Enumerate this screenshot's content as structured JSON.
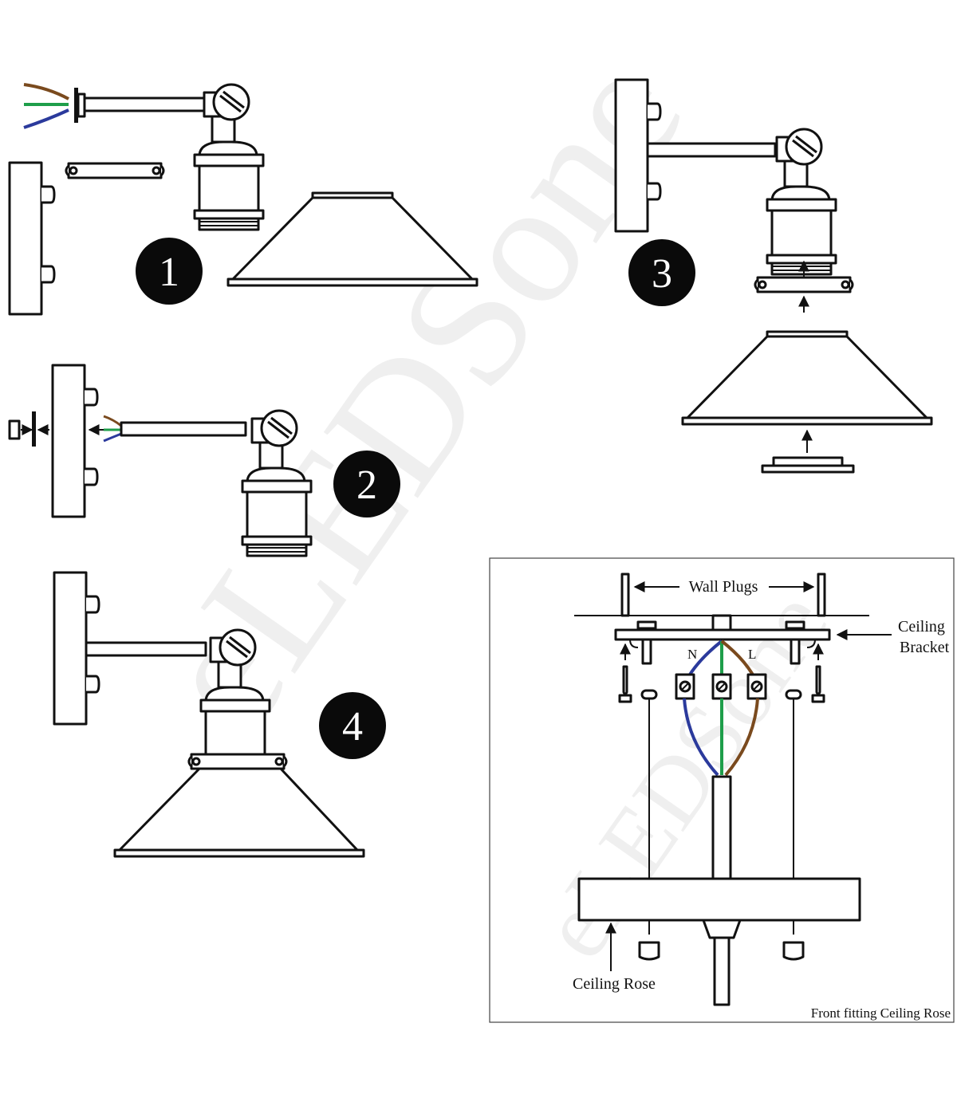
{
  "steps": [
    {
      "number": "1"
    },
    {
      "number": "2"
    },
    {
      "number": "3"
    },
    {
      "number": "4"
    }
  ],
  "wiring_panel": {
    "wall_plugs_label": "Wall Plugs",
    "ceiling_bracket_label_line1": "Ceiling",
    "ceiling_bracket_label_line2": "Bracket",
    "neutral_label": "N",
    "live_label": "L",
    "ceiling_rose_label": "Ceiling Rose",
    "caption": "Front fitting Ceiling Rose"
  },
  "watermark": {
    "text": "eLEDSone"
  },
  "colors": {
    "neutral_wire": "#2b3a9c",
    "earth_wire": "#1e9e4a",
    "live_wire": "#7a4a1e",
    "line": "#111111",
    "badge": "#0a0a0a"
  }
}
